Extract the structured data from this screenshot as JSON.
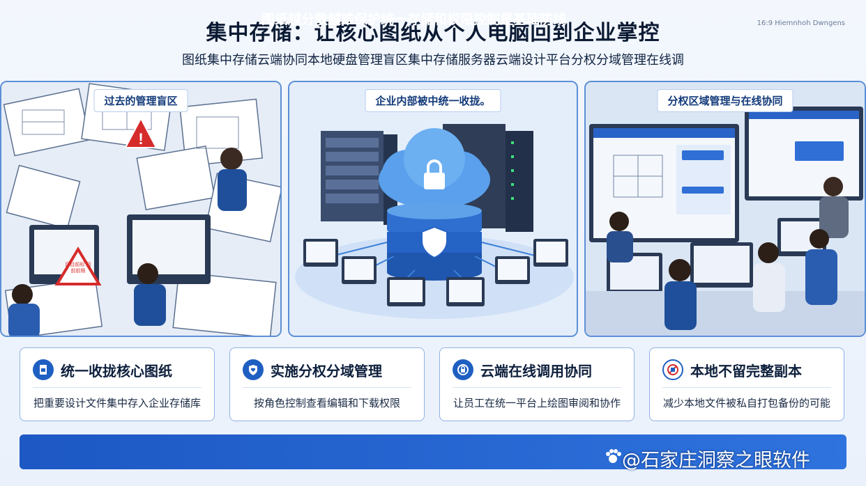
{
  "header": {
    "title": "集中存储：让核心图纸从个人电脑回到企业掌控",
    "ratio_label": "16:9 Hiemnhoh Dwngens",
    "subtitle": "图纸集中存储云端协同本地硬盘管理盲区集中存储服务器云端设计平台分权分域管理在线调"
  },
  "panels": [
    {
      "label": "过去的管理盲区",
      "warning_sign_text": "目目前标 目前前限"
    },
    {
      "label": "企业内部被中统一收拢。"
    },
    {
      "label": "分权区域管理与在线协同"
    }
  ],
  "cards": [
    {
      "title": "统一收拢核心图纸",
      "desc": "把重要设计文件集中存入企业存储库",
      "icon": "file-shield-icon"
    },
    {
      "title": "实施分权分域管理",
      "desc": "按角色控制查看编辑和下载权限",
      "icon": "heart-shield-icon"
    },
    {
      "title": "云端在线调用协同",
      "desc": "让员工在统一平台上绘图审阅和协作",
      "icon": "sync-lock-icon"
    },
    {
      "title": "本地不留完整副本",
      "desc": "减少本地文件被私自打包备份的可能",
      "icon": "no-copy-icon"
    }
  ],
  "banner": {
    "text": "图纸越分散越难保护统一存储和权限控制是基础防线",
    "watermark": "@石家庄洞察之眼软件"
  },
  "colors": {
    "accent": "#1f5fc2",
    "panel_border": "#5b8fd6",
    "banner": "#1d58c4",
    "warning": "#d62b2b"
  }
}
